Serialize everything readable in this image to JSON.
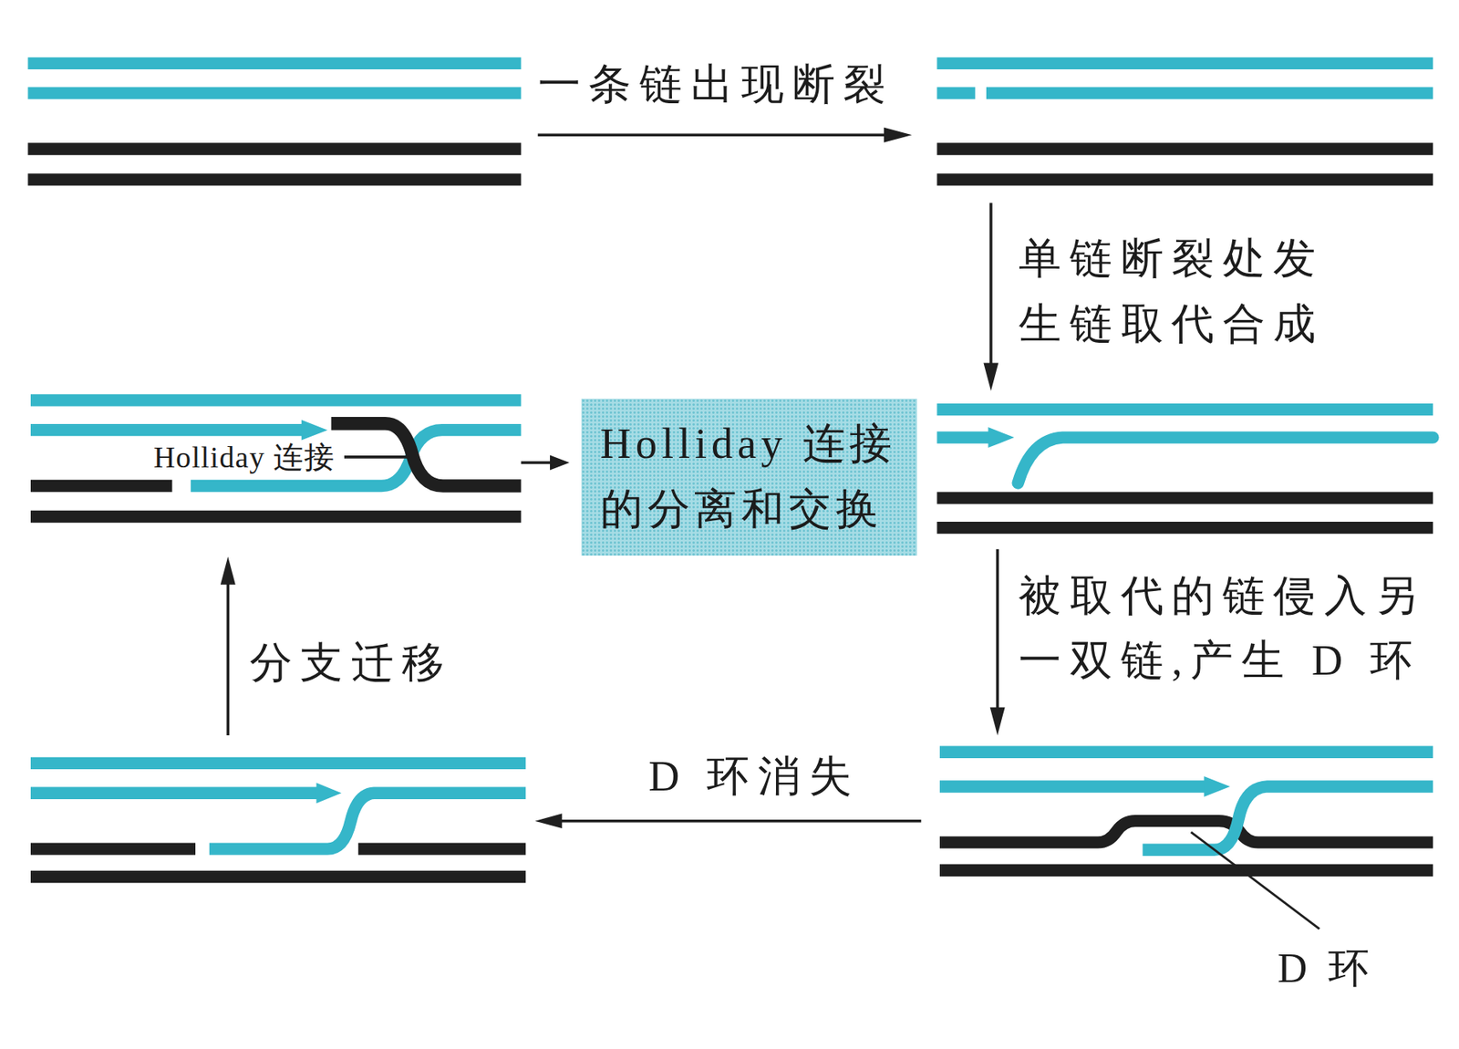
{
  "diagram": {
    "nodes": [
      {
        "text": [
          "Holliday 连接 的分离和交换"
        ]
      }
    ],
    "labels": [
      "一条链出现断裂",
      "单链断裂处发 生链取代合成",
      "被取代的链侵入另 一双链,产生 D 环",
      "D 环消失",
      "分支迁移",
      "Holliday 连接",
      "D 环"
    ]
  }
}
